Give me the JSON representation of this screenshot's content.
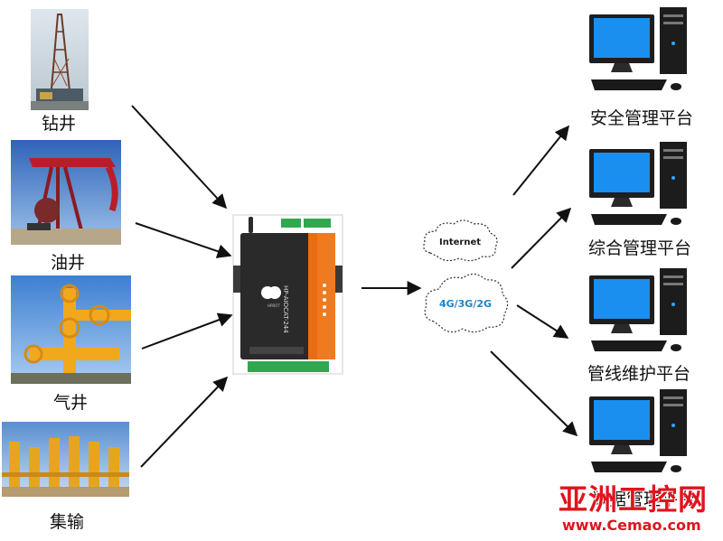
{
  "sources": [
    {
      "id": "drilling",
      "label": "钻井"
    },
    {
      "id": "oil_well",
      "label": "油井"
    },
    {
      "id": "gas_well",
      "label": "气井"
    },
    {
      "id": "gathering",
      "label": "集输"
    }
  ],
  "gateway": {
    "model": "HP-AIOCAT-244",
    "brand": "HPBOT"
  },
  "network": {
    "internet_label": "Internet",
    "cellular_label": "4G/3G/2G"
  },
  "platforms": [
    {
      "id": "safety",
      "label": "安全管理平台"
    },
    {
      "id": "integrated",
      "label": "综合管理平台"
    },
    {
      "id": "pipeline",
      "label": "管线维护平台"
    },
    {
      "id": "data",
      "label": "数据管理平台"
    }
  ],
  "watermark": {
    "text": "亚洲工控网",
    "url": "www.Cemao.com"
  },
  "colors": {
    "arrow": "#111111",
    "screen": "#1a8ff0",
    "gateway_accent": "#f07a1f",
    "watermark": "#e0141e"
  }
}
